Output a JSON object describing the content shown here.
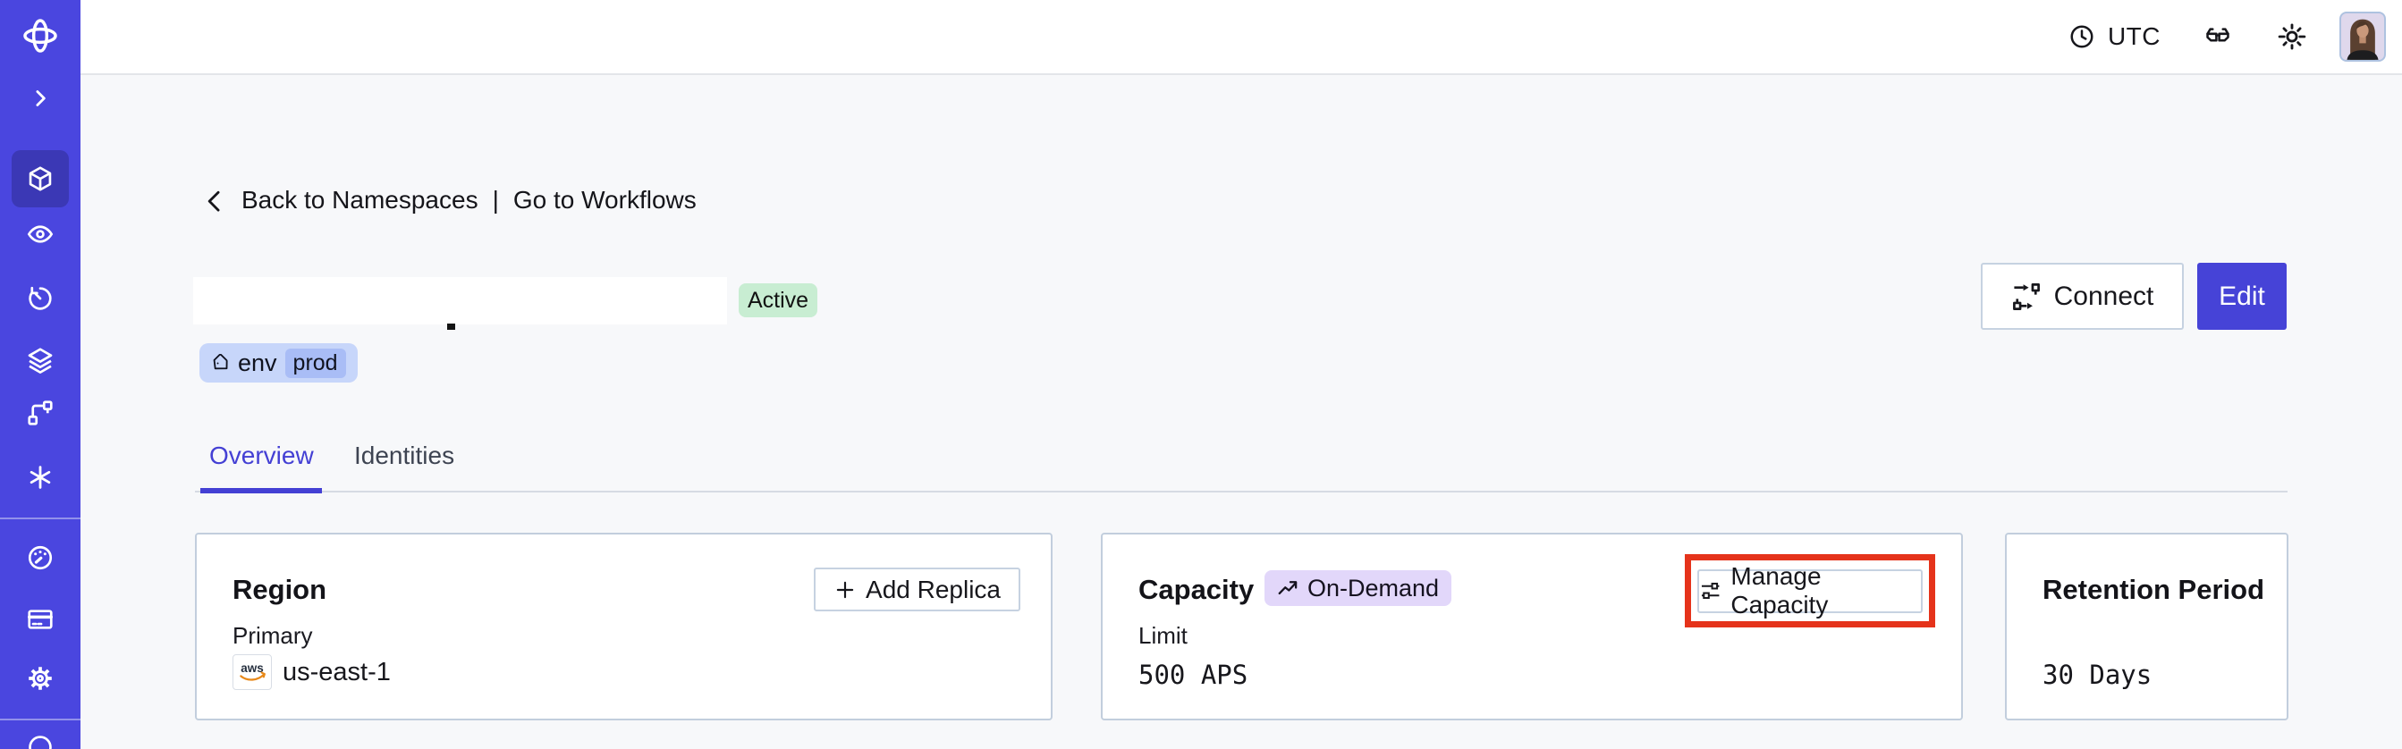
{
  "topbar": {
    "timezone": "UTC",
    "icons": [
      "clock-icon",
      "glasses-icon",
      "sun-icon"
    ],
    "avatar": "user-avatar"
  },
  "sidebar": {
    "active_item": "namespaces",
    "items": [
      "temporal-logo",
      "expand-chevron",
      "namespaces-cube",
      "observe-eye",
      "schedules-clock",
      "layers-stack",
      "deployments-branch",
      "nexus-asterisk",
      "usage-gauge",
      "billing-card",
      "settings-gear",
      "support-circle"
    ]
  },
  "breadcrumb": {
    "back_label": "Back to Namespaces",
    "separator": "|",
    "workflows_label": "Go to Workflows"
  },
  "header": {
    "status_badge": "Active",
    "tag_key": "env",
    "tag_value": "prod",
    "connect_label": "Connect",
    "edit_label": "Edit"
  },
  "tabs": [
    {
      "label": "Overview",
      "active": true
    },
    {
      "label": "Identities",
      "active": false
    }
  ],
  "cards": {
    "region": {
      "title": "Region",
      "add_replica_label": "Add Replica",
      "label": "Primary",
      "provider": "aws",
      "value": "us-east-1"
    },
    "capacity": {
      "title": "Capacity",
      "badge": "On-Demand",
      "manage_label": "Manage Capacity",
      "label": "Limit",
      "value": "500 APS"
    },
    "retention": {
      "title": "Retention Period",
      "value": "30 Days"
    }
  },
  "colors": {
    "accent": "#4440d4",
    "sidebar": "#4a46df",
    "sidebar_active_tile": "#3b38b5",
    "edit_button": "#4643d7",
    "red_highlight": "#e5331b",
    "active_badge_bg": "#c8edd2",
    "tag_bg": "#c7d6fa",
    "tag_chip_bg": "#a9bdf6",
    "ondemand_badge_bg": "#e2d7fa",
    "card_border": "#c2cedd",
    "page_bg": "#f7f8fa",
    "aws_orange": "#e8891a"
  }
}
